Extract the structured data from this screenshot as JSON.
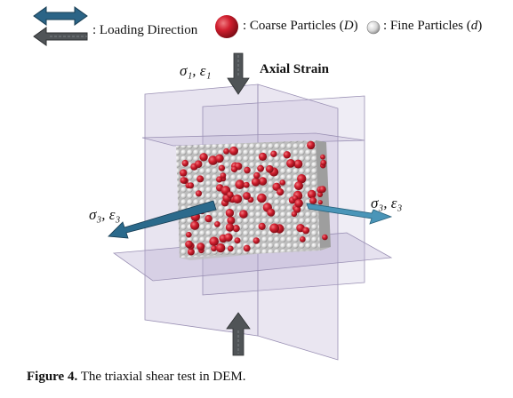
{
  "legend": {
    "loading_direction": ": Loading Direction",
    "coarse_prefix": ": Coarse Particles (",
    "coarse_symbol": "D",
    "coarse_suffix": ")",
    "fine_prefix": ": Fine Particles (",
    "fine_symbol": "d",
    "fine_suffix": ")"
  },
  "labels": {
    "sigma1": "σ₁, ε₁",
    "axial_strain": "Axial Strain",
    "sigma3_left": "σ₃, ε₃",
    "sigma3_right": "σ₃, ε₃"
  },
  "caption": {
    "figure_label": "Figure 4.",
    "text": " The triaxial shear test in DEM."
  },
  "colors": {
    "loading_arrow_blue": "#2b6486",
    "loading_arrow_gray": "#505457",
    "coarse_particle": "#c0182a",
    "fine_particle": "#d9d9d9",
    "plane_fill": "#b8acd0",
    "cube_left_arrow": "#2b6a8c",
    "cube_right_arrow": "#4a95b8"
  }
}
